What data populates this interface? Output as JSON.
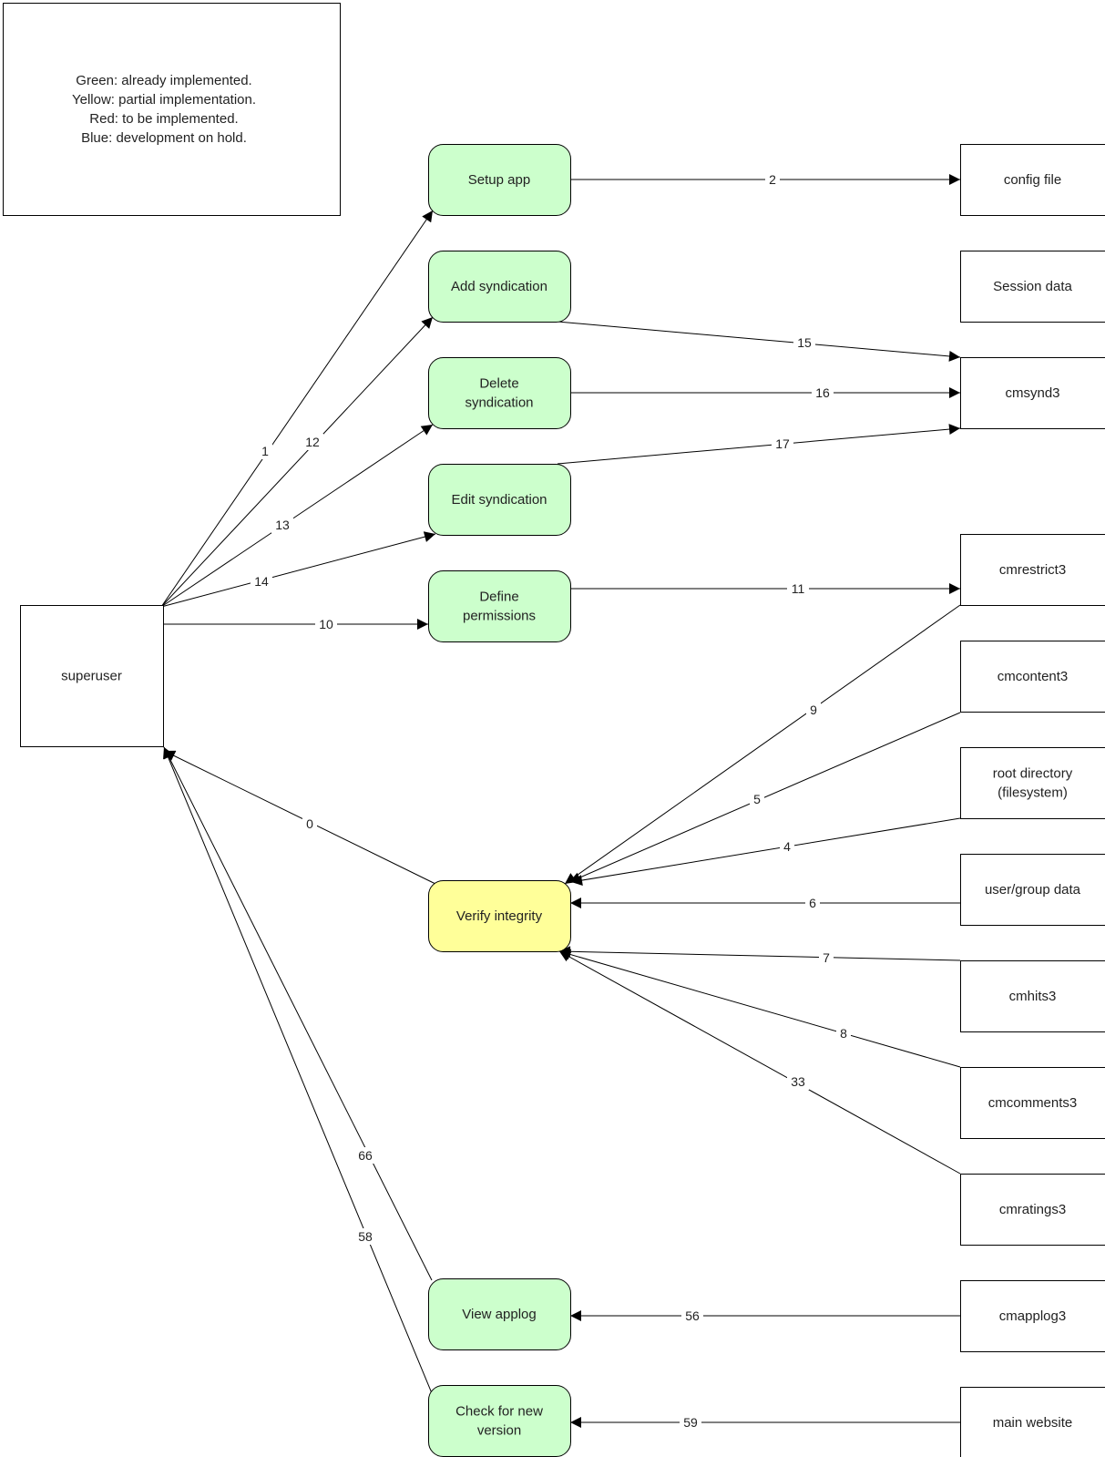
{
  "legend": {
    "lines": [
      "Green: already implemented.",
      "Yellow: partial implementation.",
      "Red: to be implemented.",
      "Blue: development on hold."
    ]
  },
  "colors": {
    "green": "#ccffcc",
    "yellow": "#ffff99",
    "box": "#ffffff",
    "line": "#000000"
  },
  "actor": {
    "id": "superuser",
    "label": "superuser"
  },
  "processes": [
    {
      "id": "setup",
      "label": [
        "Setup app"
      ],
      "status": "green"
    },
    {
      "id": "addsyn",
      "label": [
        "Add syndication"
      ],
      "status": "green"
    },
    {
      "id": "delsyn",
      "label": [
        "Delete",
        "syndication"
      ],
      "status": "green"
    },
    {
      "id": "editsyn",
      "label": [
        "Edit syndication"
      ],
      "status": "green"
    },
    {
      "id": "defperm",
      "label": [
        "Define",
        "permissions"
      ],
      "status": "green"
    },
    {
      "id": "verify",
      "label": [
        "Verify integrity"
      ],
      "status": "yellow"
    },
    {
      "id": "viewlog",
      "label": [
        "View applog"
      ],
      "status": "green"
    },
    {
      "id": "checkver",
      "label": [
        "Check for new",
        "version"
      ],
      "status": "green"
    }
  ],
  "stores": [
    {
      "id": "config",
      "label": [
        "config file"
      ]
    },
    {
      "id": "session",
      "label": [
        "Session data"
      ]
    },
    {
      "id": "cmsynd3",
      "label": [
        "cmsynd3"
      ]
    },
    {
      "id": "cmrestrict3",
      "label": [
        "cmrestrict3"
      ]
    },
    {
      "id": "cmcontent3",
      "label": [
        "cmcontent3"
      ]
    },
    {
      "id": "rootdir",
      "label": [
        "root directory",
        "(filesystem)"
      ]
    },
    {
      "id": "usergroup",
      "label": [
        "user/group data"
      ]
    },
    {
      "id": "cmhits3",
      "label": [
        "cmhits3"
      ]
    },
    {
      "id": "cmcomments3",
      "label": [
        "cmcomments3"
      ]
    },
    {
      "id": "cmratings3",
      "label": [
        "cmratings3"
      ]
    },
    {
      "id": "cmapplog3",
      "label": [
        "cmapplog3"
      ]
    },
    {
      "id": "mainweb",
      "label": [
        "main website"
      ]
    }
  ],
  "edges": [
    {
      "id": "e1",
      "label": "1",
      "from": "superuser",
      "to": "setup"
    },
    {
      "id": "e12",
      "label": "12",
      "from": "superuser",
      "to": "addsyn"
    },
    {
      "id": "e13",
      "label": "13",
      "from": "superuser",
      "to": "delsyn"
    },
    {
      "id": "e14",
      "label": "14",
      "from": "superuser",
      "to": "editsyn"
    },
    {
      "id": "e10",
      "label": "10",
      "from": "superuser",
      "to": "defperm"
    },
    {
      "id": "e2",
      "label": "2",
      "from": "setup",
      "to": "config"
    },
    {
      "id": "e15",
      "label": "15",
      "from": "addsyn",
      "to": "cmsynd3"
    },
    {
      "id": "e16",
      "label": "16",
      "from": "delsyn",
      "to": "cmsynd3"
    },
    {
      "id": "e17",
      "label": "17",
      "from": "editsyn",
      "to": "cmsynd3"
    },
    {
      "id": "e11",
      "label": "11",
      "from": "defperm",
      "to": "cmrestrict3"
    },
    {
      "id": "e0",
      "label": "0",
      "from": "verify",
      "to": "superuser"
    },
    {
      "id": "e9",
      "label": "9",
      "from": "cmrestrict3",
      "to": "verify"
    },
    {
      "id": "e5",
      "label": "5",
      "from": "cmcontent3",
      "to": "verify"
    },
    {
      "id": "e4",
      "label": "4",
      "from": "rootdir",
      "to": "verify"
    },
    {
      "id": "e6",
      "label": "6",
      "from": "usergroup",
      "to": "verify"
    },
    {
      "id": "e7",
      "label": "7",
      "from": "cmhits3",
      "to": "verify"
    },
    {
      "id": "e8",
      "label": "8",
      "from": "cmcomments3",
      "to": "verify"
    },
    {
      "id": "e33",
      "label": "33",
      "from": "cmratings3",
      "to": "verify"
    },
    {
      "id": "e66",
      "label": "66",
      "from": "viewlog",
      "to": "superuser"
    },
    {
      "id": "e58",
      "label": "58",
      "from": "checkver",
      "to": "superuser"
    },
    {
      "id": "e56",
      "label": "56",
      "from": "cmapplog3",
      "to": "viewlog"
    },
    {
      "id": "e59",
      "label": "59",
      "from": "mainweb",
      "to": "checkver"
    }
  ]
}
